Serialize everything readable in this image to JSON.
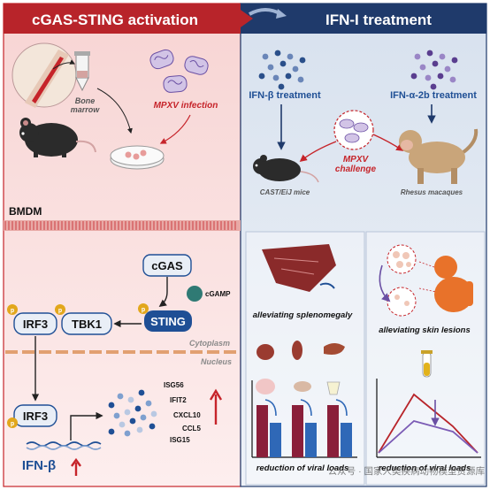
{
  "left_panel": {
    "title": "cGAS-STING activation",
    "bone_marrow_label": "Bone\nmarrow",
    "infection_label": "MPXV infection",
    "bmdm_label": "BMDM",
    "cgas_label": "cGAS",
    "cgamp_label": "cGAMP",
    "sting_label": "STING",
    "irf3_label": "IRF3",
    "tbk1_label": "TBK1",
    "cytoplasm_label": "Cytoplasm",
    "nucleus_label": "Nucleus",
    "irf3_nuclear_label": "IRF3",
    "ifnb_label": "IFN-β",
    "phospho_label": "p",
    "isg_list": [
      "ISG56",
      "IFIT2",
      "CXCL10",
      "CCL5",
      "ISG15"
    ]
  },
  "right_panel": {
    "title": "IFN-I treatment",
    "ifnb_treatment_label": "IFN-β treatment",
    "ifna_treatment_label": "IFN-α-2b treatment",
    "challenge_label": "MPXV\nchallenge",
    "mice_label": "CAST/EiJ mice",
    "macaques_label": "Rhesus macaques",
    "splenomegaly_label": "alleviating splenomegaly",
    "skin_lesions_label": "alleviating skin lesions",
    "viral_loads_left_label": "reduction of viral loads",
    "viral_loads_right_label": "reduction of viral loads"
  },
  "watermark": "公众号 · 国家人类疾病动物模型资源库",
  "colors": {
    "left_header": "#b8242a",
    "right_header": "#1f3a6b",
    "left_bg": "#fbe3e2",
    "right_bg": "#e4ebf4",
    "sting_blue": "#1f4f95",
    "accent_red": "#c6242a"
  }
}
